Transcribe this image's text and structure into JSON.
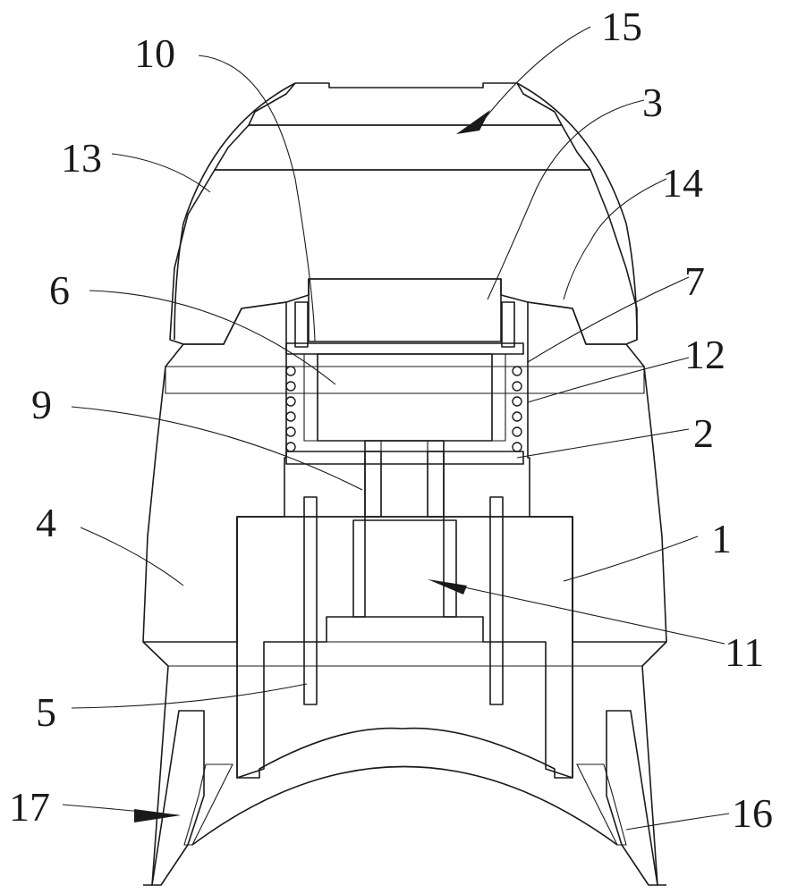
{
  "labels": [
    {
      "id": "10",
      "text": "10"
    },
    {
      "id": "15",
      "text": "15"
    },
    {
      "id": "3",
      "text": "3"
    },
    {
      "id": "13",
      "text": "13"
    },
    {
      "id": "14",
      "text": "14"
    },
    {
      "id": "6",
      "text": "6"
    },
    {
      "id": "7",
      "text": "7"
    },
    {
      "id": "12",
      "text": "12"
    },
    {
      "id": "9",
      "text": "9"
    },
    {
      "id": "2",
      "text": "2"
    },
    {
      "id": "4",
      "text": "4"
    },
    {
      "id": "1",
      "text": "1"
    },
    {
      "id": "11",
      "text": "11"
    },
    {
      "id": "5",
      "text": "5"
    },
    {
      "id": "17",
      "text": "17"
    },
    {
      "id": "16",
      "text": "16"
    }
  ]
}
